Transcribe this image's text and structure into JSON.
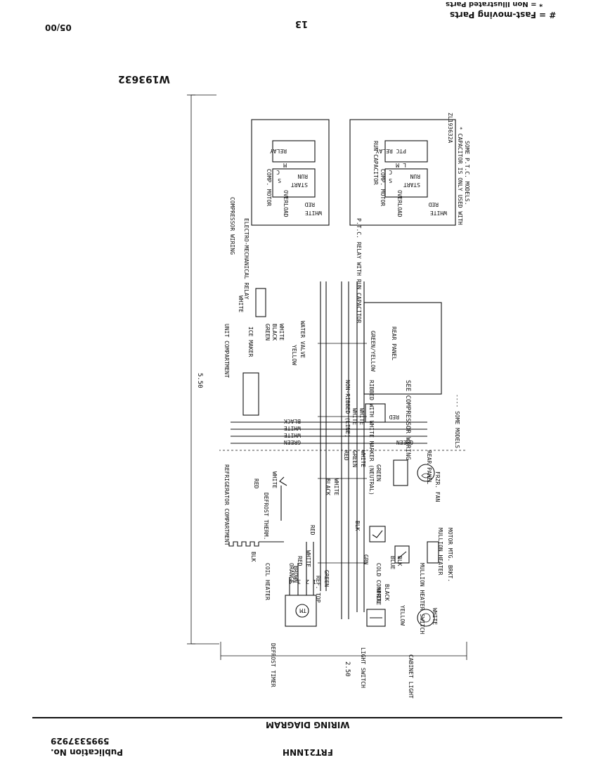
{
  "page": {
    "legend_line1": "# = Fast-moving Parts",
    "legend_line2": "* = Non Illustrated Parts",
    "page_number": "13",
    "date": "05/00",
    "drawing_number": "W193632",
    "model": "FRT21NNH",
    "publication_label": "Publication No.",
    "publication_number": "5995337929",
    "section_title": "WIRING DIAGRAM"
  },
  "diagram": {
    "dimensions": {
      "height": "5.50",
      "width": "2.50"
    },
    "sections": {
      "refrigerator": "REFRIGERATOR COMPARTMENT",
      "unit": "UNIT COMPARTMENT",
      "compressor_wiring": "COMPRESSOR WIRING",
      "electro_mech": "ELECTRO-MECHANICAL RELAY",
      "ptc": "P.T.C. RELAY WITH RUN CAPACITOR"
    },
    "components": {
      "defrost_timer": "DEFROST TIMER",
      "coil_heater": "COIL HEATER",
      "defrost_therm": "DEFROST THERM.",
      "ref_top": "REF. TOP",
      "cold_control": "COLD CONTROL",
      "light_switch": "LIGHT SWITCH",
      "cabinet_light": "CABINET LIGHT",
      "mullion_switch": "MULLION HEATER SWITCH",
      "mullion_heater": "MULLION HEATER",
      "motor_bkt": "MOTOR MTG. BRKT.",
      "frzr_fan": "FRZR. FAN",
      "see_comp": "SEE COMPRESSOR WIRING",
      "some_models": "---- SOME MODELS",
      "ice_maker": "ICE MAKER",
      "water_valve": "WATER VALVE",
      "non_ribbed": "NON-RIBBED (LINE)",
      "ribbed": "RIBBED WITH WHITE MARKER (NEUTRAL)",
      "rear_panel": "REAR PANEL",
      "overload": "OVERLOAD",
      "comp_motor": "COMP. MOTOR",
      "relay": "RELAY",
      "ptc_relay": "PTC RELAY",
      "run_capacitor": "RUN CAPACITOR",
      "cap_note1": "* CAPACITOR IS ONLY USED WITH",
      "cap_note2": "SOME P.T.C. MODELS.",
      "part_code": "ZL193632A",
      "start": "START",
      "run": "RUN",
      "s": "S",
      "c": "C",
      "m": "M",
      "l": "L",
      "tm": "TM"
    },
    "wires": {
      "blk": "BLK",
      "black": "BLACK",
      "white": "WHITE",
      "red": "RED",
      "green": "GREEN",
      "orange": "ORANGE",
      "brown": "BROWN",
      "yellow": "YELLOW",
      "blue": "BLUE",
      "grn": "GRN",
      "green_yellow": "GREEN/YELLOW"
    },
    "terminals": [
      "1",
      "2",
      "3",
      "4"
    ]
  }
}
